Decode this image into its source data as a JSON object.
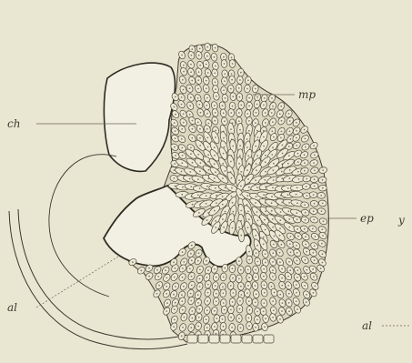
{
  "figure": {
    "labels": {
      "ch": "ch",
      "mp": "mp",
      "ep": "ep",
      "y": "y",
      "al_left": "al",
      "al_right": "al"
    }
  },
  "colors": {
    "paper": "#e9e7d2",
    "outline": "#2e2b22",
    "cell_fill": "#ece9d6",
    "nucleus": "#7d786a"
  }
}
